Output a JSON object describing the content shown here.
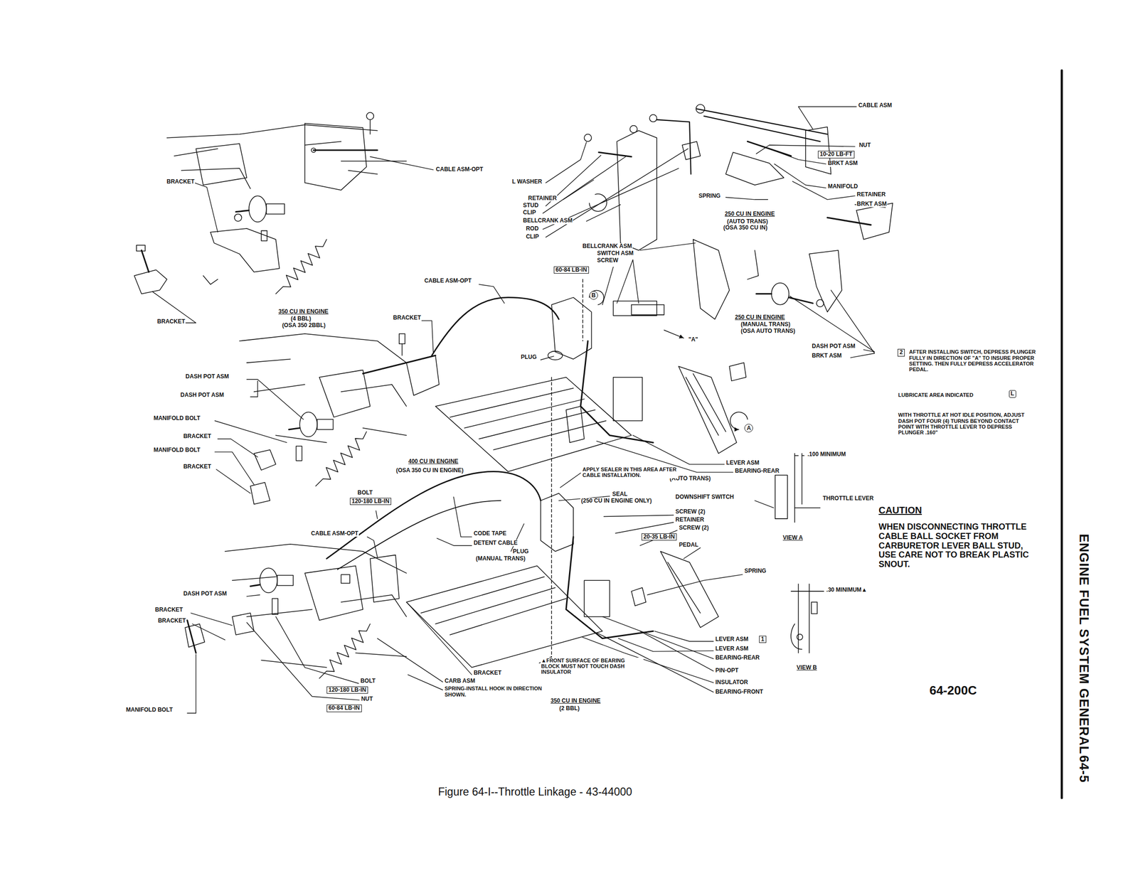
{
  "diagram": {
    "caption": "Figure 64-I--Throttle Linkage - 43-44000",
    "labels": [
      "CABLE ASM-OPT",
      "BRACKET",
      "BRACKET",
      "350 CU IN ENGINE",
      "(4 BBL)",
      "(OSA 350 2BBL)",
      "L WASHER",
      "RETAINER",
      "STUD",
      "CLIP",
      "BELLCRANK ASM",
      "ROD",
      "CLIP",
      "CABLE ASM",
      "NUT",
      "10-20 LB-FT",
      "BRKT ASM",
      "MANIFOLD",
      "RETAINER",
      "BRKT ASM",
      "SPRING",
      "250 CU IN ENGINE",
      "(AUTO TRANS)",
      "(OSA 350 CU IN)",
      "BELLCRANK ASM",
      "SWITCH ASM",
      "SCREW",
      "60-84 LB-IN",
      "B",
      "CABLE ASM-OPT",
      "BRACKET",
      "\"A\"",
      "250 CU IN ENGINE",
      "(MANUAL TRANS)",
      "(OSA AUTO TRANS)",
      "DASH POT ASM",
      "BRKT ASM",
      "2",
      "AFTER INSTALLING SWITCH, DEPRESS PLUNGER FULLY IN DIRECTION OF \"A\" TO INSURE PROPER SETTING. THEN FULLY DEPRESS ACCELERATOR PEDAL.",
      "LUBRICATE AREA INDICATED",
      "L",
      "WITH THROTTLE AT HOT IDLE POSITION, ADJUST DASH POT FOUR (4) TURNS BEYOND CONTACT POINT WITH THROTTLE LEVER TO DEPRESS PLUNGER .160\"",
      "PLUG",
      "DASH POT ASM",
      "DASH POT ASM",
      "MANIFOLD BOLT",
      "BRACKET",
      "MANIFOLD BOLT",
      "BRACKET",
      "400 CU IN ENGINE",
      "(OSA 350 CU IN ENGINE)",
      "A",
      "LEVER ASM",
      "BEARING-REAR",
      "(AUTO TRANS)",
      ".100 MINIMUM",
      "APPLY SEALER IN THIS AREA AFTER CABLE INSTALLATION.",
      "SEAL",
      "(250 CU IN ENGINE ONLY)",
      "DOWNSHIFT SWITCH",
      "THROTTLE LEVER",
      "BOLT",
      "120-180 LB-IN",
      "CABLE ASM-OPT",
      "CODE TAPE",
      "DETENT CABLE",
      "PLUG",
      "(MANUAL TRANS)",
      "SCREW (2)",
      "RETAINER",
      "SCREW (2)",
      "20-35 LB-IN",
      "PEDAL",
      "VIEW A",
      "CAUTION",
      "WHEN DISCONNECTING THROTTLE CABLE BALL SOCKET FROM CARBURETOR LEVER BALL STUD, USE CARE NOT TO BREAK PLASTIC SNOUT.",
      "SPRING",
      "DASH POT ASM",
      "BRACKET",
      "BRACKET",
      ".30 MINIMUM▲",
      "LEVER ASM",
      "1",
      "LEVER ASM",
      "BEARING-REAR",
      "PIN-OPT",
      "INSULATOR",
      "BEARING-FRONT",
      "VIEW B",
      "64-200C",
      "BRACKET",
      "CARB ASM",
      "SPRING-INSTALL HOOK IN DIRECTION SHOWN.",
      "▲FRONT SURFACE OF BEARING BLOCK MUST NOT TOUCH DASH INSULATOR",
      "BOLT",
      "120-180 LB-IN",
      "NUT",
      "60-84 LB-IN",
      "350 CU IN ENGINE",
      "(2 BBL)",
      "MANIFOLD BOLT",
      "ENGINE FUEL SYSTEM GENERAL",
      "64-5"
    ]
  }
}
